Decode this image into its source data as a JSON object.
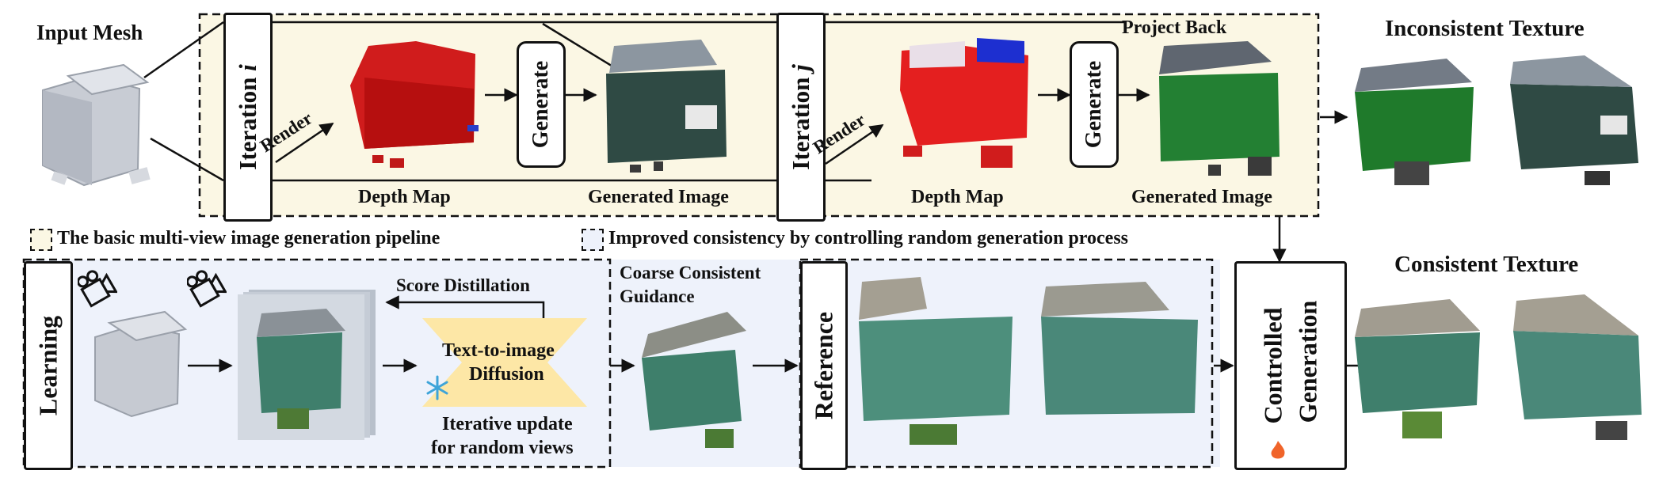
{
  "colors": {
    "top_band": "#fbf7e4",
    "bottom_band": "#eef2fb",
    "diffusion": "#fde7a6",
    "depth": "#d01c1c"
  },
  "labels": {
    "input_mesh": "Input Mesh",
    "iteration_i": "Iteration i",
    "iteration_j": "Iteration j",
    "render": "Render",
    "generate": "Generate",
    "depth_map": "Depth Map",
    "generated_image": "Generated Image",
    "project_back": "Project Back",
    "inconsistent_texture": "Inconsistent Texture",
    "consistent_texture": "Consistent Texture",
    "legend_basic": "The basic multi-view image generation pipeline",
    "legend_improved": "Improved consistency by controlling random generation process",
    "learning": "Learning",
    "score_distillation": "Score Distillation",
    "t2i_line1": "Text-to-image",
    "t2i_line2": "Diffusion",
    "iterative_line1": "Iterative update",
    "iterative_line2": "for random views",
    "coarse_line1": "Coarse Consistent",
    "coarse_line2": "Guidance",
    "reference": "Reference",
    "controlled_line1": "Controlled",
    "controlled_line2": "Generation"
  },
  "icons": [
    "camera-icon",
    "snowflake-icon",
    "fire-icon"
  ]
}
